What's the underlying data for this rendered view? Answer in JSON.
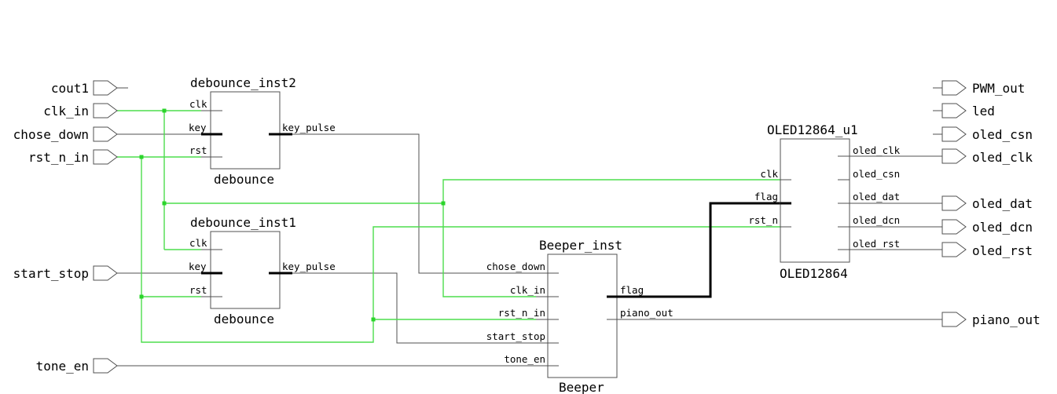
{
  "ports_in": {
    "cout1": "cout1",
    "clk_in": "clk_in",
    "chose_down": "chose_down",
    "rst_n_in": "rst_n_in",
    "start_stop": "start_stop",
    "tone_en": "tone_en"
  },
  "ports_out": {
    "pwm_out": "PWM_out",
    "led": "led",
    "oled_csn": "oled_csn",
    "oled_clk": "oled_clk",
    "oled_dat": "oled_dat",
    "oled_dcn": "oled_dcn",
    "oled_rst": "oled_rst",
    "piano_out": "piano_out"
  },
  "debounce_inst2": {
    "instance": "debounce_inst2",
    "module": "debounce",
    "pins": {
      "clk": "clk",
      "key": "key",
      "rst": "rst",
      "key_pulse": "key_pulse"
    }
  },
  "debounce_inst1": {
    "instance": "debounce_inst1",
    "module": "debounce",
    "pins": {
      "clk": "clk",
      "key": "key",
      "rst": "rst",
      "key_pulse": "key_pulse"
    }
  },
  "beeper": {
    "instance": "Beeper_inst",
    "module": "Beeper",
    "pins": {
      "chose_down": "chose_down",
      "clk_in": "clk_in",
      "rst_n_in": "rst_n_in",
      "start_stop": "start_stop",
      "tone_en": "tone_en",
      "flag": "flag",
      "piano_out": "piano_out"
    }
  },
  "oled": {
    "instance": "OLED12864_u1",
    "module": "OLED12864",
    "pins": {
      "clk": "clk",
      "flag": "flag",
      "rst_n": "rst_n",
      "oled_clk": "oled_clk",
      "oled_csn": "oled_csn",
      "oled_dat": "oled_dat",
      "oled_dcn": "oled_dcn",
      "oled_rst": "oled_rst"
    }
  },
  "colors": {
    "wire": "#505050",
    "highlighted_net": "#4ddd4d",
    "bus": "#000000",
    "junction": "#2bd42b"
  }
}
